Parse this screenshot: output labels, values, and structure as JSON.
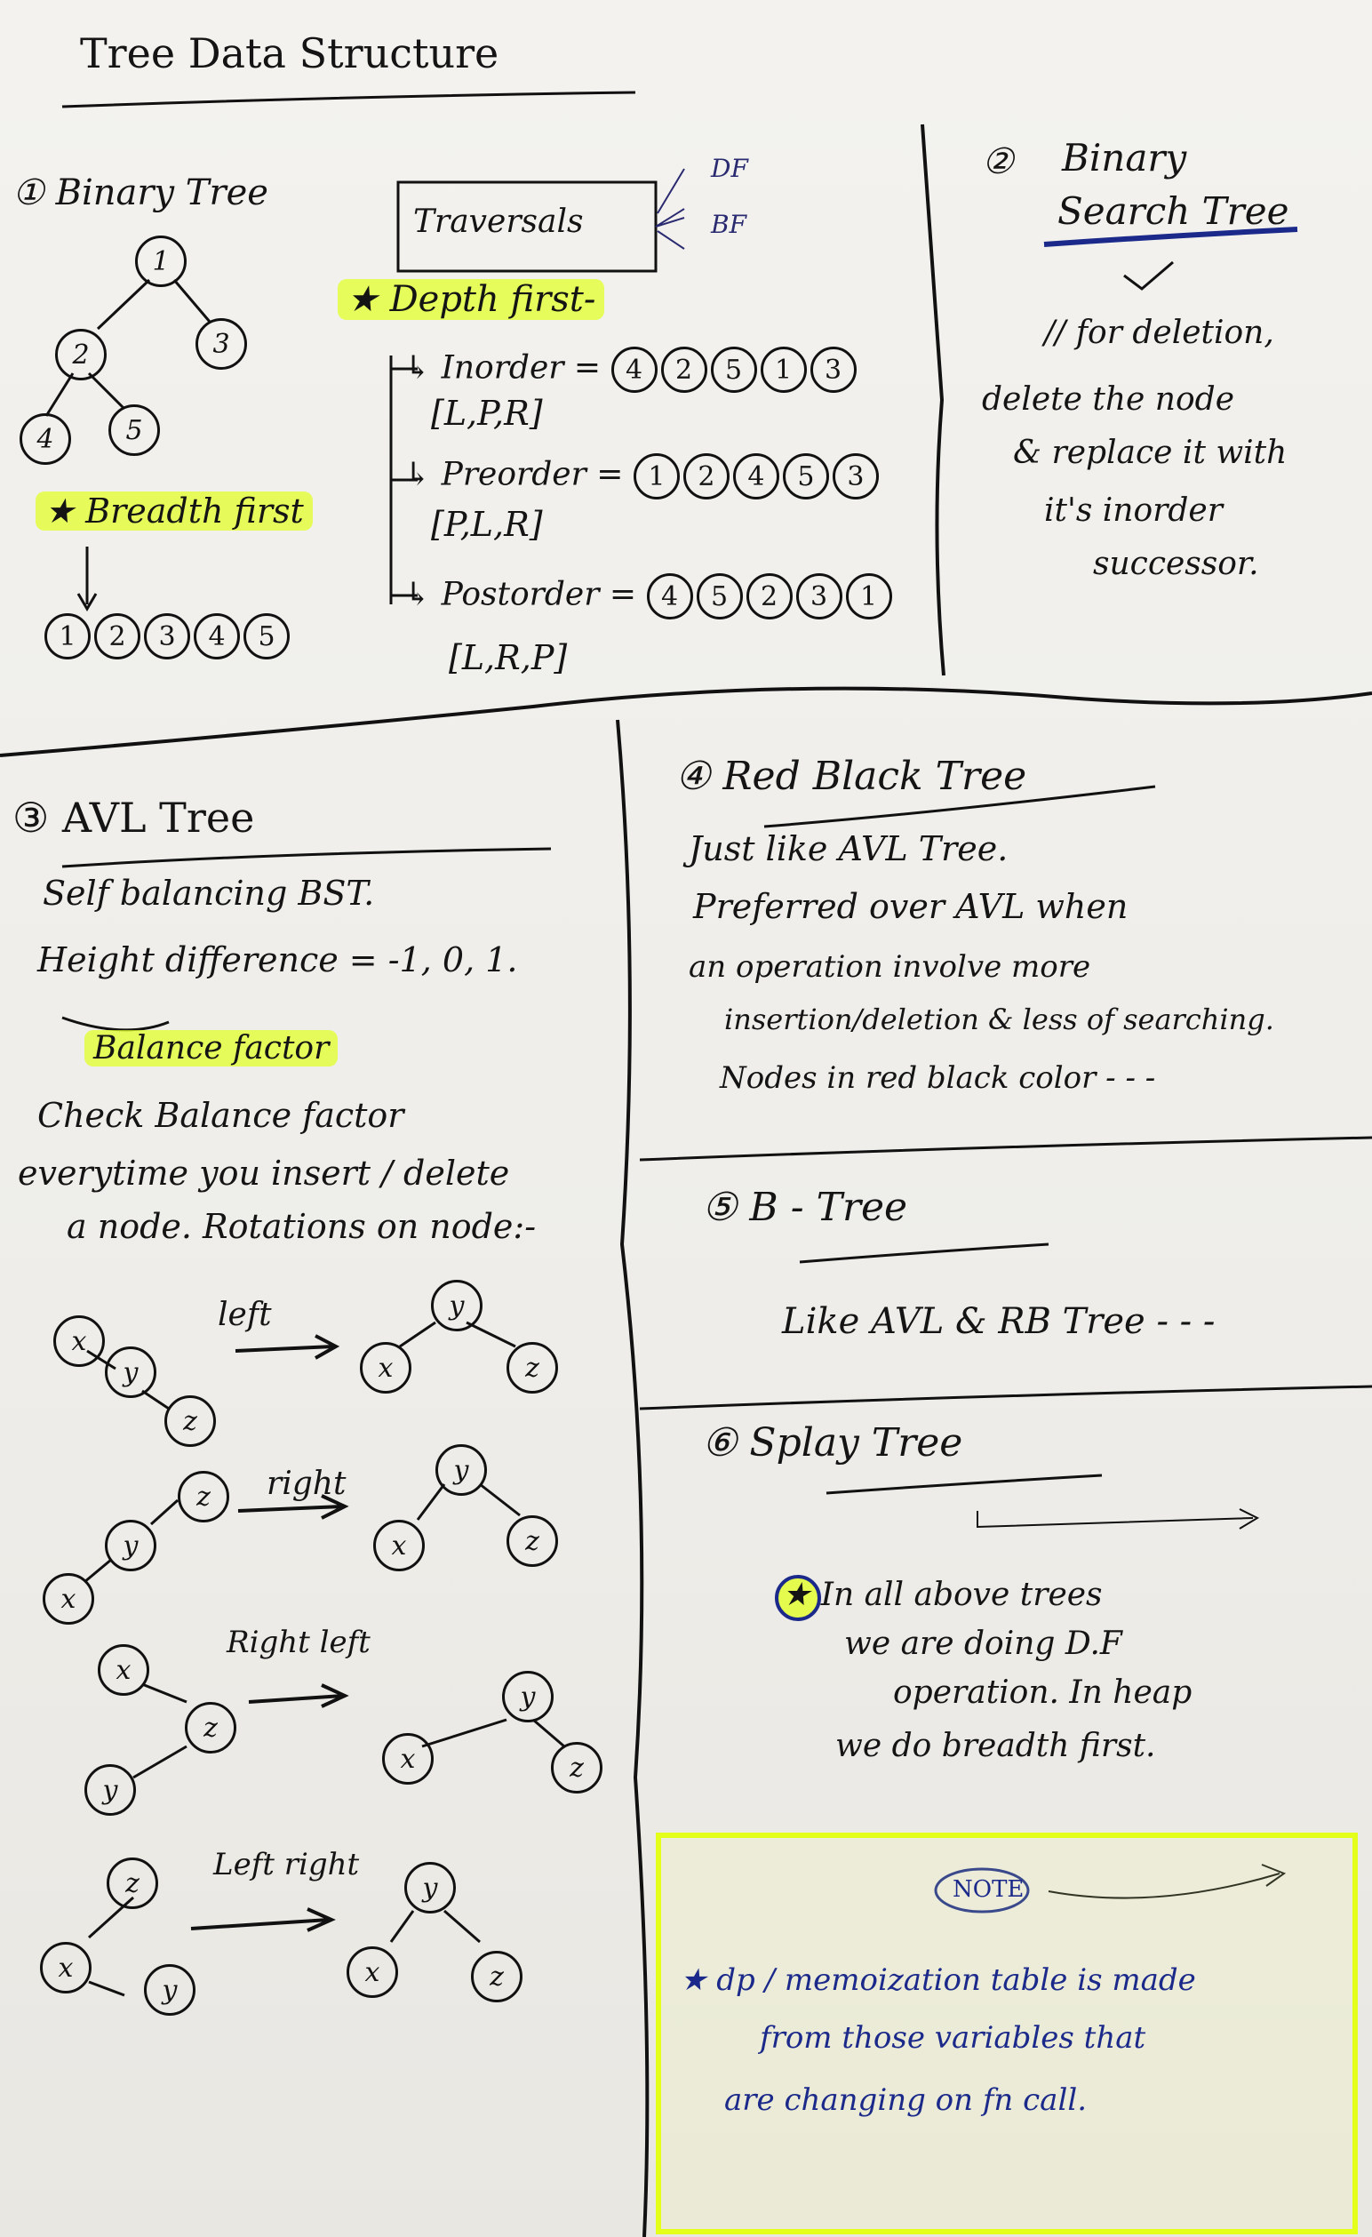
{
  "title": "Tree Data Structure",
  "binary_tree": {
    "heading": "① Binary Tree",
    "nodes": [
      "1",
      "2",
      "3",
      "4",
      "5"
    ],
    "bfs_label": "★ Breadth first",
    "bfs_order": [
      "1",
      "2",
      "3",
      "4",
      "5"
    ],
    "traversals_box": "Traversals",
    "df": "DF",
    "bf": "BF",
    "depth_first": "★ Depth first-",
    "inorder_label": "↳ Inorder =",
    "inorder_seq": [
      "4",
      "2",
      "5",
      "1",
      "3"
    ],
    "inorder_rule": "[L,P,R]",
    "preorder_label": "↳ Preorder =",
    "preorder_seq": [
      "1",
      "2",
      "4",
      "5",
      "3"
    ],
    "preorder_rule": "[P,L,R]",
    "postorder_label": "↳ Postorder =",
    "postorder_seq": [
      "4",
      "5",
      "2",
      "3",
      "1"
    ],
    "postorder_rule": "[L,R,P]"
  },
  "bst": {
    "number": "②",
    "heading_1": "Binary",
    "heading_2": "Search Tree",
    "note_lines": [
      "// for deletion,",
      "delete the node",
      "& replace it with",
      "it's inorder",
      "successor."
    ]
  },
  "avl": {
    "heading": "③ AVL Tree",
    "line1": "Self balancing BST.",
    "line2": "Height difference = -1, 0, 1.",
    "balance_factor": "Balance factor",
    "line3": "Check Balance factor",
    "line4": "everytime you insert / delete",
    "line5": "a node. Rotations on node:-",
    "rot_left": "left",
    "rot_right": "right",
    "rot_right_left": "Right left",
    "rot_left_right": "Left right",
    "x": "x",
    "y": "y",
    "z": "z"
  },
  "red_black": {
    "heading": "④ Red Black Tree",
    "lines": [
      "Just like  AVL Tree.",
      "Preferred over AVL when",
      "an operation involve more",
      "insertion/deletion & less of searching.",
      "Nodes in red black color - - -"
    ]
  },
  "b_tree": {
    "heading": "⑤ B - Tree",
    "line": "Like  AVL & RB Tree - - -"
  },
  "splay": {
    "heading": "⑥ Splay Tree",
    "lines": [
      "★ In all above trees",
      "we are doing D.F",
      "operation. In heap",
      "we do  breadth first."
    ]
  },
  "note": {
    "label": "NOTE",
    "lines": [
      "★ dp / memoization table is made",
      "from those variables that",
      "are changing on fn call."
    ]
  },
  "colors": {
    "ink": "#141414",
    "highlight": "#e2ff28",
    "marker_blue": "#1b2a8a",
    "note_border": "#e4ff1a"
  }
}
